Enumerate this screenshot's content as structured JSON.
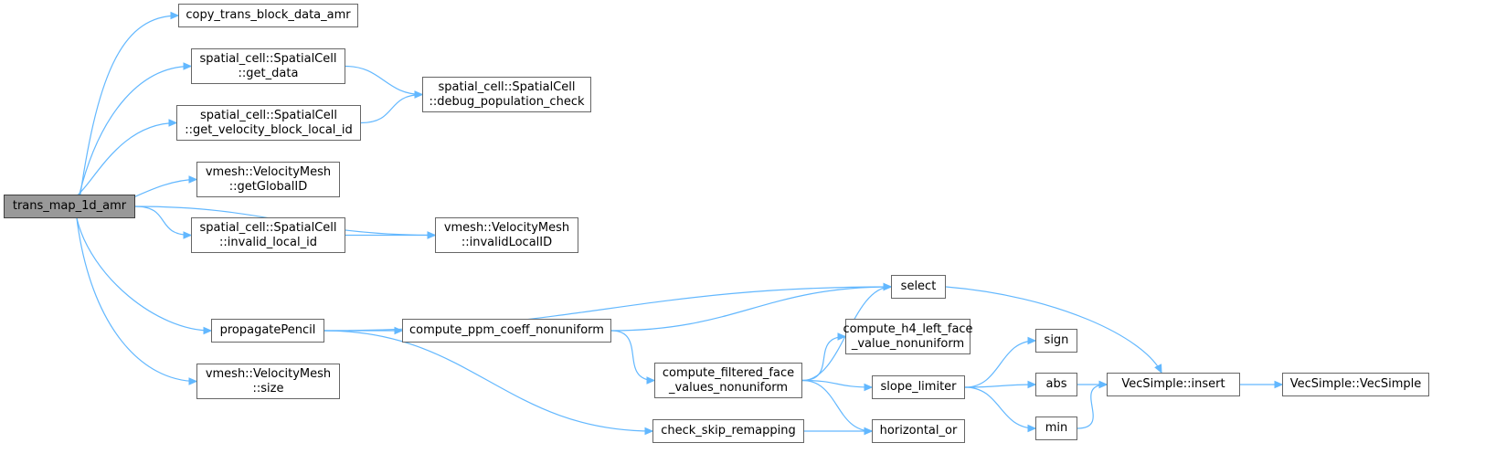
{
  "colors": {
    "edge": "#63b8ff",
    "node_border": "#666666",
    "root_fill": "#999999",
    "node_fill": "#ffffff"
  },
  "nodes": {
    "trans_map_1d_amr": {
      "lines": [
        "trans_map_1d_amr"
      ],
      "root": true
    },
    "copy_trans_block_data_amr": {
      "lines": [
        "copy_trans_block_data_amr"
      ]
    },
    "get_data": {
      "lines": [
        "spatial_cell::SpatialCell",
        "::get_data"
      ]
    },
    "debug_population_check": {
      "lines": [
        "spatial_cell::SpatialCell",
        "::debug_population_check"
      ]
    },
    "get_velocity_block_local_id": {
      "lines": [
        "spatial_cell::SpatialCell",
        "::get_velocity_block_local_id"
      ]
    },
    "getGlobalID": {
      "lines": [
        "vmesh::VelocityMesh",
        "::getGlobalID"
      ]
    },
    "invalid_local_id": {
      "lines": [
        "spatial_cell::SpatialCell",
        "::invalid_local_id"
      ]
    },
    "invalidLocalID": {
      "lines": [
        "vmesh::VelocityMesh",
        "::invalidLocalID"
      ]
    },
    "propagatePencil": {
      "lines": [
        "propagatePencil"
      ]
    },
    "size": {
      "lines": [
        "vmesh::VelocityMesh",
        "::size"
      ]
    },
    "select": {
      "lines": [
        "select"
      ]
    },
    "compute_ppm_coeff_nonuniform": {
      "lines": [
        "compute_ppm_coeff_nonuniform"
      ]
    },
    "compute_h4_left_face_value_nonuniform": {
      "lines": [
        "compute_h4_left_face",
        "_value_nonuniform"
      ]
    },
    "compute_filtered_face_values_nonuniform": {
      "lines": [
        "compute_filtered_face",
        "_values_nonuniform"
      ]
    },
    "sign": {
      "lines": [
        "sign"
      ]
    },
    "slope_limiter": {
      "lines": [
        "slope_limiter"
      ]
    },
    "abs": {
      "lines": [
        "abs"
      ]
    },
    "VecSimple_insert": {
      "lines": [
        "VecSimple::insert"
      ]
    },
    "VecSimple_VecSimple": {
      "lines": [
        "VecSimple::VecSimple"
      ]
    },
    "min": {
      "lines": [
        "min"
      ]
    },
    "check_skip_remapping": {
      "lines": [
        "check_skip_remapping"
      ]
    },
    "horizontal_or": {
      "lines": [
        "horizontal_or"
      ]
    }
  },
  "edges": [
    [
      "trans_map_1d_amr",
      "copy_trans_block_data_amr"
    ],
    [
      "trans_map_1d_amr",
      "get_data"
    ],
    [
      "trans_map_1d_amr",
      "get_velocity_block_local_id"
    ],
    [
      "trans_map_1d_amr",
      "getGlobalID"
    ],
    [
      "trans_map_1d_amr",
      "invalid_local_id"
    ],
    [
      "trans_map_1d_amr",
      "invalidLocalID"
    ],
    [
      "trans_map_1d_amr",
      "propagatePencil"
    ],
    [
      "trans_map_1d_amr",
      "size"
    ],
    [
      "get_data",
      "debug_population_check"
    ],
    [
      "get_velocity_block_local_id",
      "debug_population_check"
    ],
    [
      "invalid_local_id",
      "invalidLocalID"
    ],
    [
      "propagatePencil",
      "select"
    ],
    [
      "propagatePencil",
      "compute_ppm_coeff_nonuniform"
    ],
    [
      "propagatePencil",
      "check_skip_remapping"
    ],
    [
      "compute_ppm_coeff_nonuniform",
      "select"
    ],
    [
      "compute_ppm_coeff_nonuniform",
      "compute_filtered_face_values_nonuniform"
    ],
    [
      "compute_filtered_face_values_nonuniform",
      "select"
    ],
    [
      "compute_filtered_face_values_nonuniform",
      "compute_h4_left_face_value_nonuniform"
    ],
    [
      "compute_filtered_face_values_nonuniform",
      "slope_limiter"
    ],
    [
      "compute_filtered_face_values_nonuniform",
      "horizontal_or"
    ],
    [
      "check_skip_remapping",
      "horizontal_or"
    ],
    [
      "select",
      "VecSimple_insert"
    ],
    [
      "slope_limiter",
      "sign"
    ],
    [
      "slope_limiter",
      "abs"
    ],
    [
      "slope_limiter",
      "min"
    ],
    [
      "abs",
      "VecSimple_insert"
    ],
    [
      "min",
      "VecSimple_insert"
    ],
    [
      "VecSimple_insert",
      "VecSimple_VecSimple"
    ]
  ]
}
